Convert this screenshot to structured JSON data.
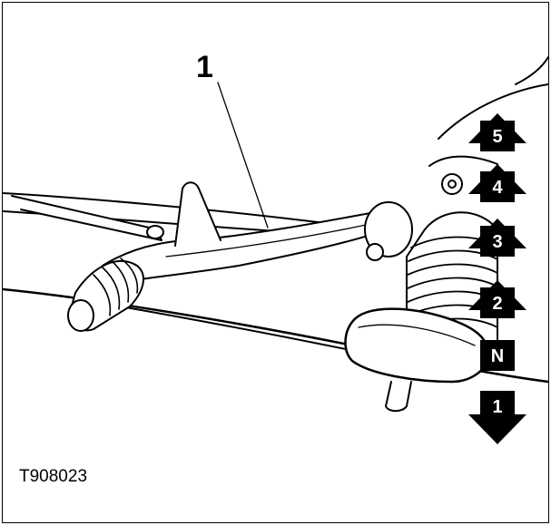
{
  "callout_label": "1",
  "figure_id": "T908023",
  "gear_labels": [
    "5",
    "4",
    "3",
    "2",
    "N",
    "1"
  ],
  "colors": {
    "line": "#000000",
    "fill": "#ffffff",
    "indicator": "#000000"
  }
}
